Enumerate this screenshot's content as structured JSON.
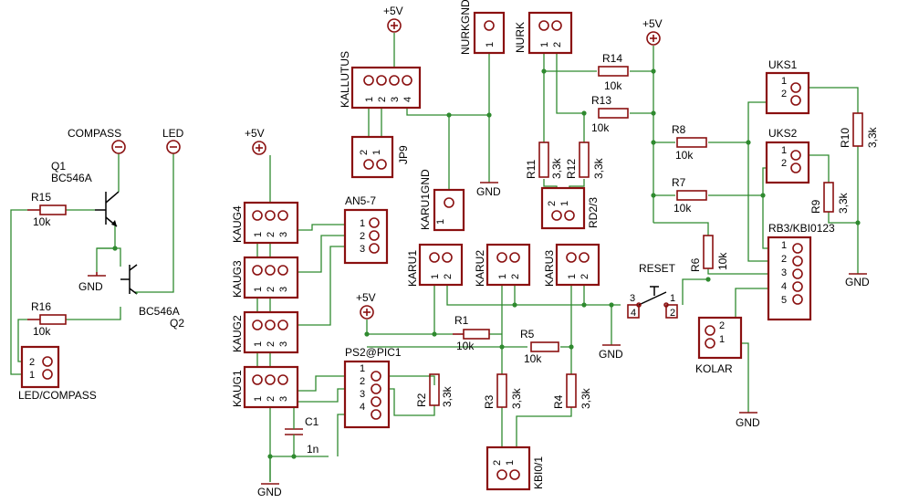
{
  "colors": {
    "wire": "#2f8a2f",
    "part": "#8a1010",
    "text": "#000000",
    "background": "#ffffff"
  },
  "parts": {
    "q1": {
      "name": "Q1",
      "value": "BC546A"
    },
    "q2": {
      "name": "Q2",
      "value": "BC546A"
    },
    "r15": {
      "name": "R15",
      "value": "10k"
    },
    "r16": {
      "name": "R16",
      "value": "10k"
    },
    "r1": {
      "name": "R1",
      "value": "10k"
    },
    "r2": {
      "name": "R2",
      "value": "3,3k"
    },
    "r3": {
      "name": "R3",
      "value": "3,3k"
    },
    "r4": {
      "name": "R4",
      "value": "3,3k"
    },
    "r5": {
      "name": "R5",
      "value": "10k"
    },
    "r6": {
      "name": "R6",
      "value": "10k"
    },
    "r7": {
      "name": "R7",
      "value": "10k"
    },
    "r8": {
      "name": "R8",
      "value": "10k"
    },
    "r9": {
      "name": "R9",
      "value": "3,3k"
    },
    "r10": {
      "name": "R10",
      "value": "3,3k"
    },
    "r11": {
      "name": "R11",
      "value": "3,3k"
    },
    "r12": {
      "name": "R12",
      "value": "3,3k"
    },
    "r13": {
      "name": "R13",
      "value": "10k"
    },
    "r14": {
      "name": "R14",
      "value": "10k"
    },
    "c1": {
      "name": "C1",
      "value": "1n"
    },
    "reset": "RESET"
  },
  "connectors": {
    "compass": "COMPASS",
    "led": "LED",
    "led_compass": "LED/COMPASS",
    "kaug1": "KAUG1",
    "kaug2": "KAUG2",
    "kaug3": "KAUG3",
    "kaug4": "KAUG4",
    "an5_7": "AN5-7",
    "ps2_pic": "PS2@PIC1",
    "kallutus": "KALLUTUS",
    "jp9": "JP9",
    "nurkgnd": "NURKGND",
    "nurk": "NURK",
    "karu1gnd": "KARU1GND",
    "karu1": "KARU1",
    "karu2": "KARU2",
    "karu3": "KARU3",
    "rd23": "RD2/3",
    "kbi01": "KBI0/1",
    "uks1": "UKS1",
    "uks2": "UKS2",
    "rb3_kbi0123": "RB3/KBI0123",
    "kolar": "KOLAR"
  },
  "power": {
    "vcc": "+5V",
    "gnd": "GND"
  },
  "pins": [
    "1",
    "2",
    "3",
    "4",
    "5"
  ]
}
